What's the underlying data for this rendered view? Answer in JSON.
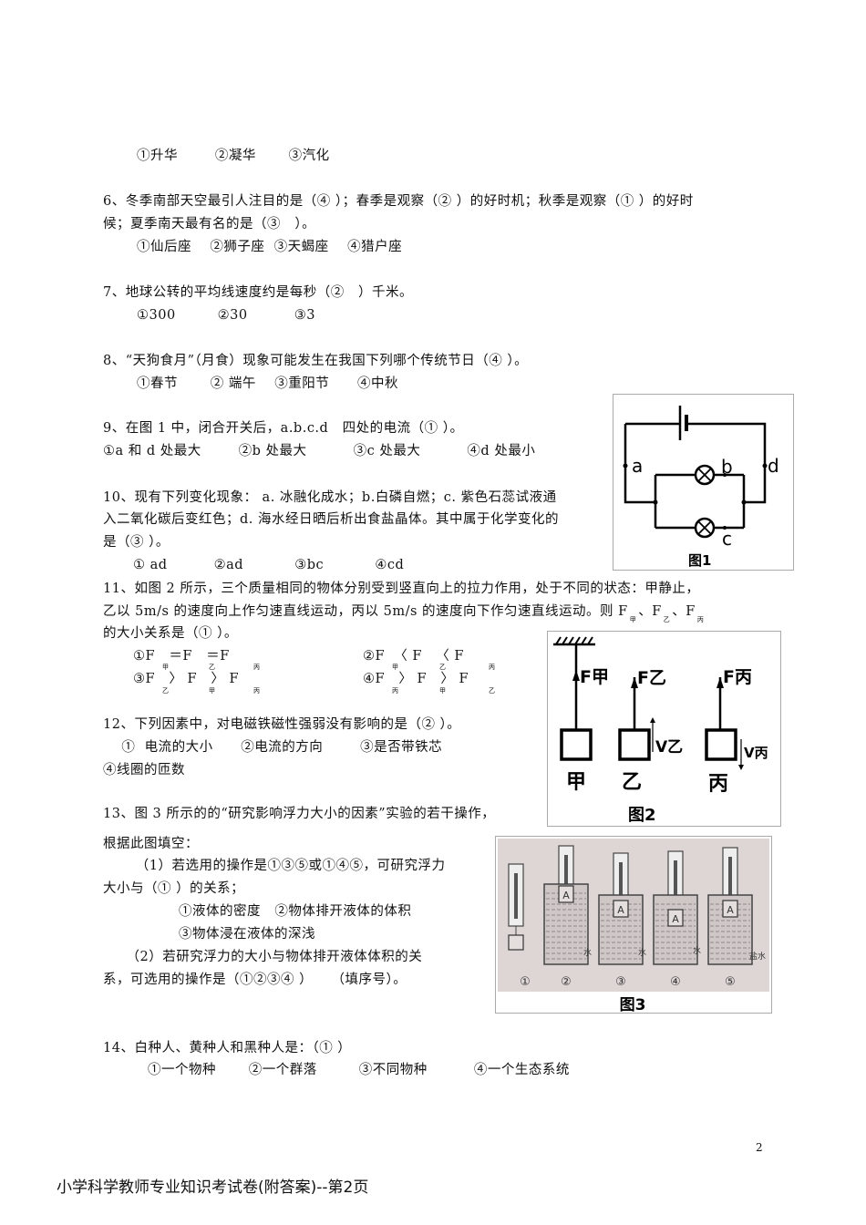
{
  "q5": {
    "options": "①升华        ②凝华       ③汽化"
  },
  "q6": {
    "line1": "6、冬季南部天空最引人注目的是（④ ）；春季是观察（② ）的好时机；秋季是观察（① ）的好时",
    "line2": "候；夏季南天最有名的是（③   ）。",
    "options": "①仙后座    ②狮子座  ③天蝎座    ④猎户座"
  },
  "q7": {
    "line1": "7、地球公转的平均线速度约是每秒（②   ）千米。",
    "options": "①300         ②30          ③3"
  },
  "q8": {
    "line1": "8、“天狗食月”（月食）现象可能发生在我国下列哪个传统节日（④ ）。",
    "options": "①春节       ② 端午    ③重阳节      ④中秋"
  },
  "q9": {
    "line1": "9、在图 1 中，闭合开关后，a.b.c.d   四处的电流（① ）。",
    "options": "①a 和 d 处最大        ②b 处最大          ③c 处最大          ④d 处最小"
  },
  "q10": {
    "line1": "10、现有下列变化现象： a. 冰融化成水；b.白磷自燃；c. 紫色石蕊试液通",
    "line2": "入二氧化碳后变红色；d. 海水经日晒后析出食盐晶体。其中属于化学变化的",
    "line3": "是（③ ）。",
    "options": "① ad          ②ad           ③bc           ④cd"
  },
  "q11": {
    "line1": "11、如图 2 所示，三个质量相同的物体分别受到竖直向上的拉力作用，处于不同的状态：甲静止，",
    "line2": "乙以 5m/s 的速度向上作匀速直线运动，丙以 5m/s 的速度向下作匀速直线运动。则 ",
    "line3": "的大小关系是（① ）。",
    "F": "F",
    "sep": "、",
    "jia": "甲",
    "yi": "乙",
    "bing": "丙",
    "opt1": "①F   ＝F   ＝F",
    "opt2": "②F  〈 F   〈 F",
    "opt3": "③F   〉 F   〉 F",
    "opt4": "④F   〉 F   〉 F",
    "opt3_subs": [
      "乙",
      "甲",
      "丙"
    ],
    "opt4_subs": [
      "丙",
      "甲",
      "乙"
    ]
  },
  "q12": {
    "line1": "12、下列因素中，对电磁铁磁性强弱没有影响的是（② ）。",
    "options": "    ①  电流的大小      ②电流的方向        ③是否带铁芯",
    "line3": "④线圈的匝数"
  },
  "q13": {
    "line1": "13、图 3 所示的的“研究影响浮力大小的因素”实验的若干操作，",
    "line2": "根据此图填空：",
    "line3": "       （1）若选用的操作是①③⑤或①④⑤，可研究浮力",
    "line4": "大小与（① ）的关系；",
    "opt1": "①液体的密度   ②物体排开液体的体积",
    "opt2": "③物体浸在液体的深浅",
    "line5": "     （2）若研究浮力的大小与物体排开液体体积的关",
    "line6": "系，可选用的操作是（①②③④ ）    （填序号）。"
  },
  "q14": {
    "line1": "14、白种人、黄种人和黑种人是：（① ）",
    "options": "①一个物种       ②一个群落         ③不同物种          ④一个生态系统"
  },
  "fig1": {
    "a": "a",
    "b": "b",
    "c": "c",
    "d": "d",
    "caption": "图1"
  },
  "fig2": {
    "f_jia": "F甲",
    "f_yi": "F乙",
    "f_bing": "F丙",
    "v_yi": "V乙",
    "v_bing": "V丙",
    "jia": "甲",
    "yi": "乙",
    "bing": "丙",
    "caption": "图2"
  },
  "fig3": {
    "labels": [
      "①",
      "②",
      "③",
      "④",
      "⑤"
    ],
    "water": "水",
    "salt_water": "盐水",
    "block": "A",
    "caption": "图3"
  },
  "page_number": "2",
  "footer": "小学科学教师专业知识考试卷(附答案)--第2页"
}
